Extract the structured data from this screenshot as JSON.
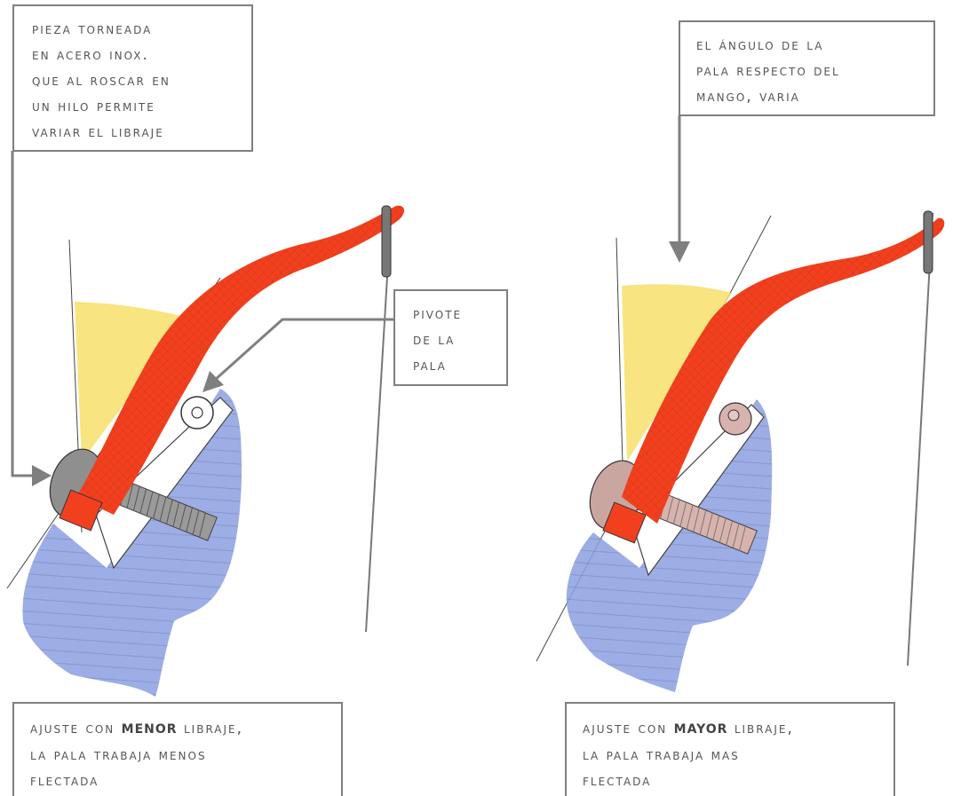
{
  "labels": {
    "threaded_piece": {
      "lines": [
        "Pieza torneada",
        "en acero inox.",
        "Que al roscar en",
        "un hilo permite",
        "variar el libraje"
      ]
    },
    "blade_angle": {
      "lines": [
        "El ángulo de la",
        "pala respecto del",
        "mango, varia"
      ]
    },
    "pivot": {
      "lines": [
        "Pivote",
        "de la",
        "pala"
      ]
    },
    "adjust_low": {
      "prefix": "Ajuste con ",
      "emphasis": "MENOR",
      "suffix": " libraje,",
      "lines": [
        "la pala trabaja menos",
        "flectada"
      ]
    },
    "adjust_high": {
      "prefix": "Ajuste con ",
      "emphasis": "MAYOR",
      "suffix": " libraje,",
      "lines": [
        "la pala trabaja mas",
        "flectada"
      ]
    }
  },
  "colors": {
    "blade": "#f2401e",
    "angle_wedge": "#f7df6a",
    "handle": "#8c9fe0",
    "screw": "#9a9a9a",
    "screw_right": "#d8b3ad",
    "arrow": "#7f7f7f",
    "box_border": "#7f7f7f"
  }
}
